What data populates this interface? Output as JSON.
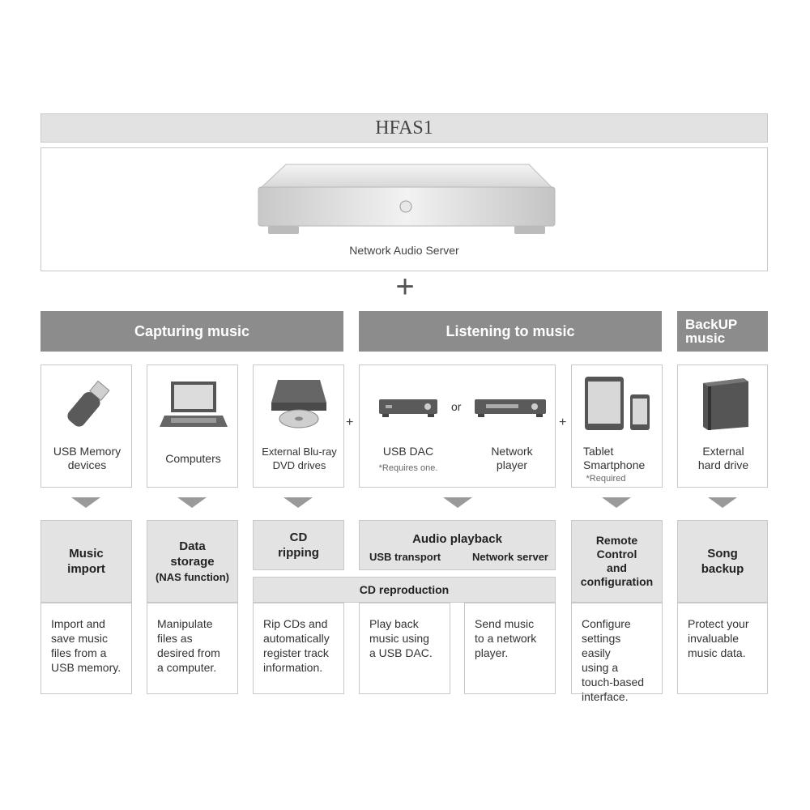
{
  "header": {
    "title": "HFAS1",
    "device_label": "Network Audio Server",
    "plus": "+"
  },
  "categories": {
    "capturing": "Capturing music",
    "listening": "Listening to music",
    "backup_line1": "BackUP",
    "backup_line2": "music"
  },
  "devices": {
    "usb_memory": {
      "line1": "USB Memory",
      "line2": "devices"
    },
    "computers": {
      "line1": "Computers"
    },
    "external_drives": {
      "line1": "External Blu-ray",
      "line2": "DVD drives"
    },
    "usb_dac": {
      "line1": "USB DAC",
      "note": "*Requires one."
    },
    "or": "or",
    "network_player": {
      "line1": "Network",
      "line2": "player"
    },
    "tablet": {
      "line1": "Tablet",
      "line2": "Smartphone",
      "note": "*Required"
    },
    "hard_drive": {
      "line1": "External",
      "line2": "hard drive"
    },
    "plus": "+"
  },
  "functions": {
    "music_import": {
      "line1": "Music",
      "line2": "import"
    },
    "data_storage": {
      "line1": "Data",
      "line2": "storage",
      "line3": "(NAS function)"
    },
    "cd_ripping": {
      "line1": "CD",
      "line2": "ripping"
    },
    "audio_playback": {
      "title": "Audio playback",
      "sub1": "USB transport",
      "sub2": "Network server"
    },
    "cd_reproduction": "CD reproduction",
    "remote_control": {
      "line1": "Remote",
      "line2": "Control",
      "line3": "and",
      "line4": "configuration"
    },
    "song_backup": {
      "line1": "Song",
      "line2": "backup"
    }
  },
  "descriptions": {
    "import": [
      "Import and",
      "save music",
      "files from a",
      "USB memory."
    ],
    "storage": [
      "Manipulate",
      "files as",
      "desired from",
      "a computer."
    ],
    "rip": [
      "Rip CDs and",
      "automatically",
      "register track",
      "information."
    ],
    "play_dac": [
      "Play back",
      "music using",
      "a USB DAC."
    ],
    "send": [
      "Send music",
      "to a network",
      "player."
    ],
    "configure": [
      "Configure",
      "settings easily",
      "using a",
      "touch-based",
      "interface."
    ],
    "protect": [
      "Protect your",
      "invaluable",
      "music data."
    ]
  }
}
